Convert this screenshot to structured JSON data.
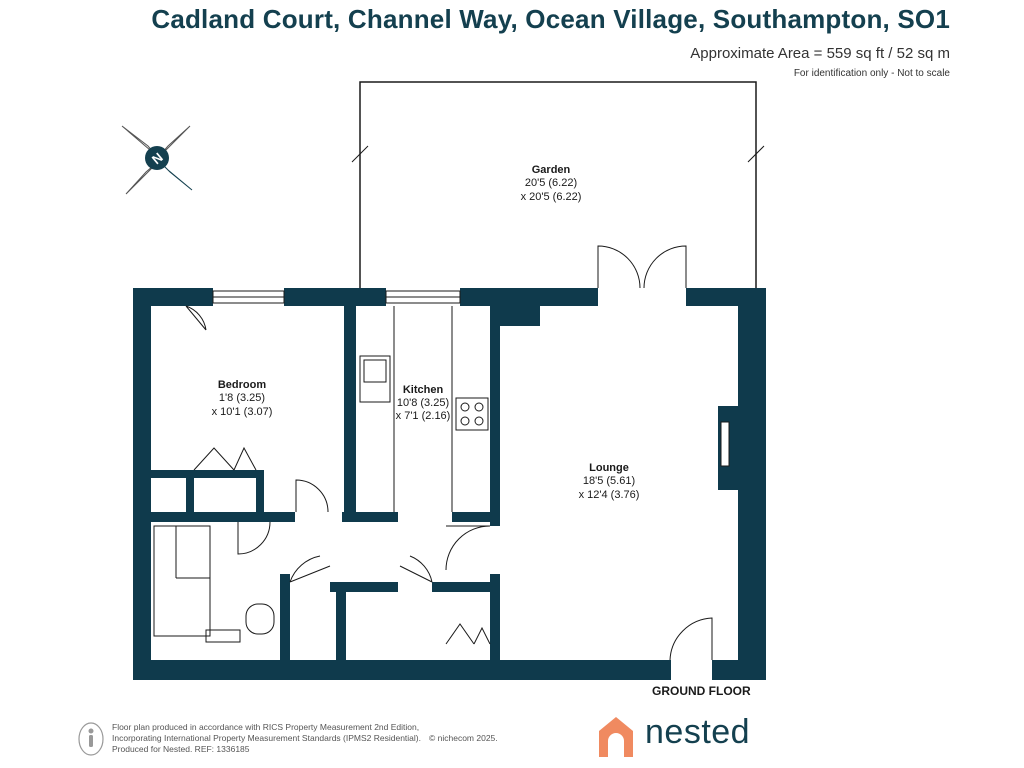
{
  "header": {
    "title": "Cadland Court, Channel Way, Ocean Village, Southampton, SO1",
    "area": "Approximate Area = 559 sq ft / 52 sq m",
    "scale_note": "For identification only - Not to scale"
  },
  "compass": {
    "label": "N"
  },
  "rooms": {
    "garden": {
      "name": "Garden",
      "dim1": "20'5 (6.22)",
      "dim2": "x 20'5 (6.22)"
    },
    "bedroom": {
      "name": "Bedroom",
      "dim1": "1'8 (3.25)",
      "dim2": "x 10'1 (3.07)"
    },
    "kitchen": {
      "name": "Kitchen",
      "dim1": "10'8 (3.25)",
      "dim2": "x 7'1 (2.16)"
    },
    "lounge": {
      "name": "Lounge",
      "dim1": "18'5 (5.61)",
      "dim2": "x 12'4 (3.76)"
    }
  },
  "floor_label": "GROUND FLOOR",
  "footer": {
    "line1": "Floor plan produced in accordance with RICS Property Measurement 2nd Edition,",
    "line2": "Incorporating International Property Measurement Standards (IPMS2 Residential).",
    "copyright": "© nichecom 2025.",
    "line3": "Produced for Nested.  REF:  1336185"
  },
  "logo": {
    "text": "nested",
    "color": "#f08a60"
  },
  "colors": {
    "wall": "#0f3a4c",
    "title": "#14404f",
    "accent": "#f08a60"
  }
}
